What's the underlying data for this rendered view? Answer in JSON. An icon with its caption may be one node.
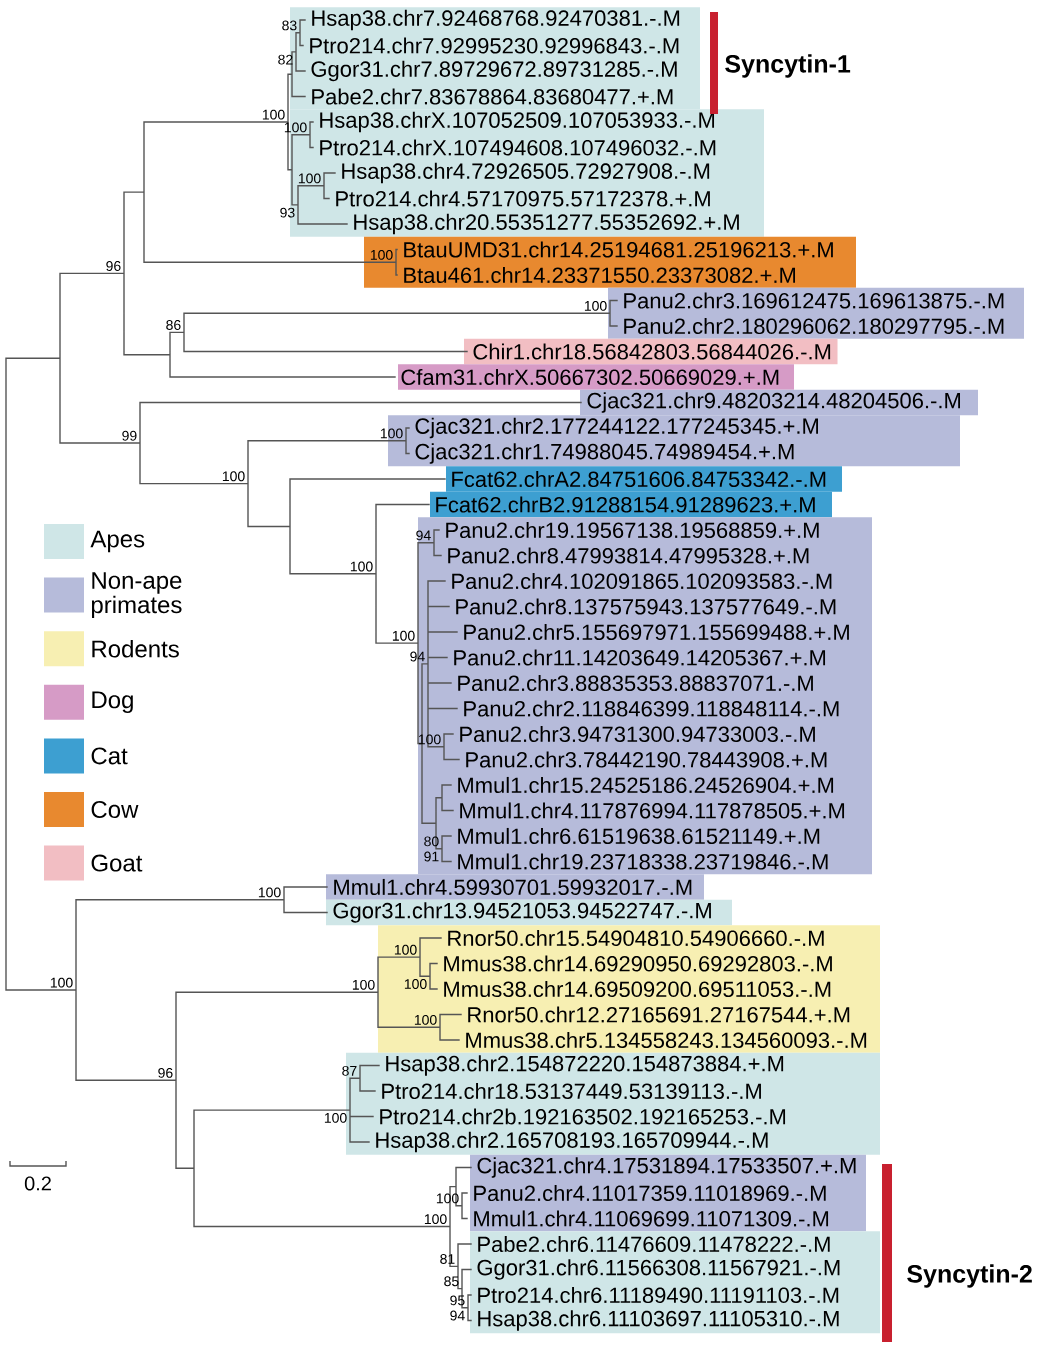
{
  "diagram": {
    "nodes": [
      {
        "text": [],
        "shape": "band"
      },
      {
        "text": [
          "Hsap38.chr7.92468768.92470381.-.M"
        ],
        "in": 0
      },
      {
        "text": [
          "Ptro214.chr7.92995230.92996843.-.M"
        ],
        "in": 0
      },
      {
        "text": [
          "Ggor31.chr7.89729672.89731285.-.M"
        ],
        "in": 0
      },
      {
        "text": [
          "Pabe2.chr7.83678864.83680477.+.M"
        ],
        "in": 0
      },
      {
        "text": [],
        "shape": "band"
      },
      {
        "text": [
          "Hsap38.chrX.107052509.107053933.-.M"
        ],
        "in": 5
      },
      {
        "text": [
          "Ptro214.chrX.107494608.107496032.-.M"
        ],
        "in": 5
      },
      {
        "text": [
          "Hsap38.chr4.72926505.72927908.-.M"
        ],
        "in": 5
      },
      {
        "text": [
          "Ptro214.chr4.57170975.57172378.+.M"
        ],
        "in": 5
      },
      {
        "text": [
          "Hsap38.chr20.55351277.55352692.+.M"
        ],
        "in": 5
      },
      {
        "text": [],
        "shape": "band"
      },
      {
        "text": [
          "BtauUMD31.chr14.25194681.25196213.+.M"
        ],
        "in": 11
      },
      {
        "text": [
          "Btau461.chr14.23371550.23373082.+.M"
        ],
        "in": 11
      },
      {
        "text": [],
        "shape": "band"
      },
      {
        "text": [
          "Panu2.chr3.169612475.169613875.-.M"
        ],
        "in": 14
      },
      {
        "text": [
          "Panu2.chr2.180296062.180297795.-.M"
        ],
        "in": 14
      },
      {
        "text": [],
        "shape": "band"
      },
      {
        "text": [
          "Chir1.chr18.56842803.56844026.-.M"
        ],
        "in": 17
      },
      {
        "text": [],
        "shape": "band"
      },
      {
        "text": [
          "Cfam31.chrX.50667302.50669029.+.M"
        ],
        "in": 19
      },
      {
        "text": [],
        "shape": "band"
      },
      {
        "text": [
          "Cjac321.chr9.48203214.48204506.-.M"
        ],
        "in": 21
      },
      {
        "text": [],
        "shape": "band"
      },
      {
        "text": [
          "Cjac321.chr2.177244122.177245345.+.M"
        ],
        "in": 23
      },
      {
        "text": [
          "Cjac321.chr1.74988045.74989454.+.M"
        ],
        "in": 23
      },
      {
        "text": [],
        "shape": "band"
      },
      {
        "text": [
          "Fcat62.chrA2.84751606.84753342.-.M"
        ],
        "in": 26
      },
      {
        "text": [],
        "shape": "band"
      },
      {
        "text": [
          "Fcat62.chrB2.91288154.91289623.+.M"
        ],
        "in": 28
      },
      {
        "text": [],
        "shape": "band"
      },
      {
        "text": [
          "Panu2.chr19.19567138.19568859.+.M"
        ],
        "in": 30
      },
      {
        "text": [
          "Panu2.chr8.47993814.47995328.+.M"
        ],
        "in": 30
      },
      {
        "text": [
          "Panu2.chr4.102091865.102093583.-.M"
        ],
        "in": 30
      },
      {
        "text": [
          "Panu2.chr8.137575943.137577649.-.M"
        ],
        "in": 30
      },
      {
        "text": [
          "Panu2.chr5.155697971.155699488.+.M"
        ],
        "in": 30
      },
      {
        "text": [
          "Panu2.chr11.14203649.14205367.+.M"
        ],
        "in": 30
      },
      {
        "text": [
          "Panu2.chr3.88835353.88837071.-.M"
        ],
        "in": 30
      },
      {
        "text": [
          "Panu2.chr2.118846399.118848114.-.M"
        ],
        "in": 30
      },
      {
        "text": [
          "Panu2.chr3.94731300.94733003.-.M"
        ],
        "in": 30
      },
      {
        "text": [
          "Panu2.chr3.78442190.78443908.+.M"
        ],
        "in": 30
      },
      {
        "text": [
          "Mmul1.chr15.24525186.24526904.+.M"
        ],
        "in": 30
      },
      {
        "text": [
          "Mmul1.chr4.117876994.117878505.+.M"
        ],
        "in": 30
      },
      {
        "text": [
          "Mmul1.chr6.61519638.61521149.+.M"
        ],
        "in": 30
      },
      {
        "text": [
          "Mmul1.chr19.23718338.23719846.-.M"
        ],
        "in": 30
      },
      {
        "text": [],
        "shape": "band"
      },
      {
        "text": [
          "Mmul1.chr4.59930701.59932017.-.M"
        ],
        "in": 45
      },
      {
        "text": [],
        "shape": "band"
      },
      {
        "text": [
          "Ggor31.chr13.94521053.94522747.-.M"
        ],
        "in": 47
      },
      {
        "text": [],
        "shape": "band"
      },
      {
        "text": [
          "Rnor50.chr15.54904810.54906660.-.M"
        ],
        "in": 49
      },
      {
        "text": [
          "Mmus38.chr14.69290950.69292803.-.M"
        ],
        "in": 49
      },
      {
        "text": [
          "Mmus38.chr14.69509200.69511053.-.M"
        ],
        "in": 49
      },
      {
        "text": [
          "Rnor50.chr12.27165691.27167544.+.M"
        ],
        "in": 49
      },
      {
        "text": [
          "Mmus38.chr5.134558243.134560093.-.M"
        ],
        "in": 49
      },
      {
        "text": [],
        "shape": "band"
      },
      {
        "text": [
          "Hsap38.chr2.154872220.154873884.+.M"
        ],
        "in": 55
      },
      {
        "text": [
          "Ptro214.chr18.53137449.53139113.-.M"
        ],
        "in": 55
      },
      {
        "text": [
          "Ptro214.chr2b.192163502.192165253.-.M"
        ],
        "in": 55
      },
      {
        "text": [
          "Hsap38.chr2.165708193.165709944.-.M"
        ],
        "in": 55
      },
      {
        "text": [],
        "shape": "band"
      },
      {
        "text": [
          "Cjac321.chr4.17531894.17533507.+.M"
        ],
        "in": 60
      },
      {
        "text": [
          "Panu2.chr4.11017359.11018969.-.M"
        ],
        "in": 60
      },
      {
        "text": [
          "Mmul1.chr4.11069699.11071309.-.M"
        ],
        "in": 60
      },
      {
        "text": [],
        "shape": "band"
      },
      {
        "text": [
          "Pabe2.chr6.11476609.11478222.-.M"
        ],
        "in": 64
      },
      {
        "text": [
          "Ggor31.chr6.11566308.11567921.-.M"
        ],
        "in": 64
      },
      {
        "text": [
          "Ptro214.chr6.11189490.11191103.-.M"
        ],
        "in": 64
      },
      {
        "text": [
          "Hsap38.chr6.11103697.11105310.-.M"
        ],
        "in": 64
      }
    ],
    "labels": [
      "83",
      "Syncytin-1",
      "82",
      "100",
      "100",
      "100",
      "93",
      "100",
      "96",
      "100",
      "86",
      "99",
      "100",
      "100",
      "94",
      "100",
      "100",
      "94",
      "100",
      "80",
      "91",
      "100",
      "100",
      "100",
      "100",
      "100",
      "100",
      "96",
      "87",
      "100",
      "0.2",
      "100",
      "100",
      "81",
      "Syncytin-2",
      "85",
      "95",
      "94"
    ],
    "legend": [
      {
        "text": "Apes",
        "color": "#cfe6e7"
      },
      {
        "text": "Non-ape primates",
        "color": "#b6bbda"
      },
      {
        "text": "Rodents",
        "color": "#f7efb2"
      },
      {
        "text": "Dog",
        "color": "#d69bc6"
      },
      {
        "text": "Cat",
        "color": "#3d9fd1"
      },
      {
        "text": "Cow",
        "color": "#e8892f"
      },
      {
        "text": "Goat",
        "color": "#f2bec3"
      }
    ]
  }
}
